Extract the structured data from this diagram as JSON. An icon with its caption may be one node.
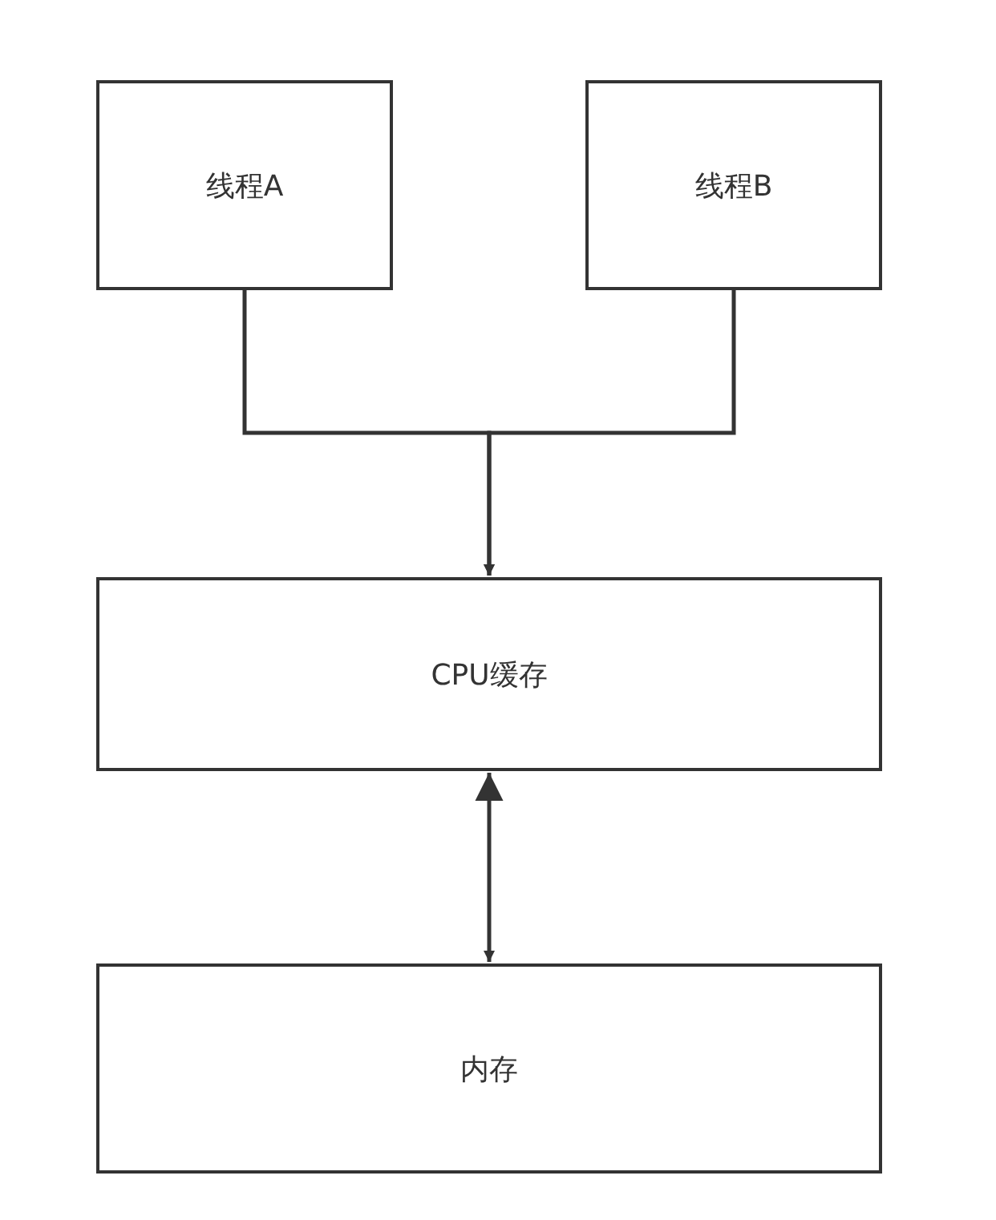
{
  "diagram": {
    "nodes": [
      {
        "text": [
          "线程A"
        ]
      },
      {
        "text": [
          "线程B"
        ]
      },
      {
        "text": [
          "CPU缓存"
        ]
      },
      {
        "text": [
          "内存"
        ]
      }
    ],
    "edges": [
      {
        "from": 0,
        "to": 2,
        "arrow": "to"
      },
      {
        "from": 1,
        "to": 2,
        "arrow": "to"
      },
      {
        "from": 2,
        "to": 3,
        "arrow": "both"
      }
    ]
  }
}
